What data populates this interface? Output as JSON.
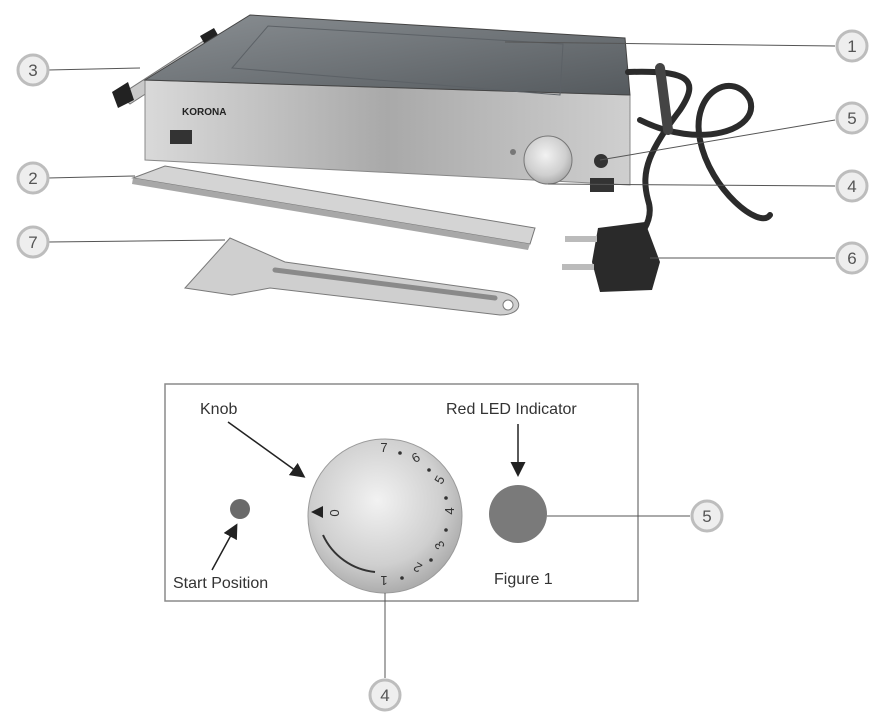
{
  "brand": "KORONA",
  "callouts": {
    "c1": "1",
    "c2": "2",
    "c3": "3",
    "c4_top": "4",
    "c5_top": "5",
    "c6": "6",
    "c7": "7",
    "c4_bottom": "4",
    "c5_bottom": "5"
  },
  "detail_panel": {
    "knob_label": "Knob",
    "led_label": "Red LED Indicator",
    "start_label": "Start Position",
    "figure_label": "Figure 1",
    "dial_numbers": [
      "0",
      "1",
      "2",
      "3",
      "4",
      "5",
      "6",
      "7"
    ]
  },
  "colors": {
    "callout_ring": "#bdbdbd",
    "led": "#7a7a7a",
    "start_dot": "#6a6a6a",
    "steel": "#b8b8b8",
    "glass": "#6f7478"
  }
}
